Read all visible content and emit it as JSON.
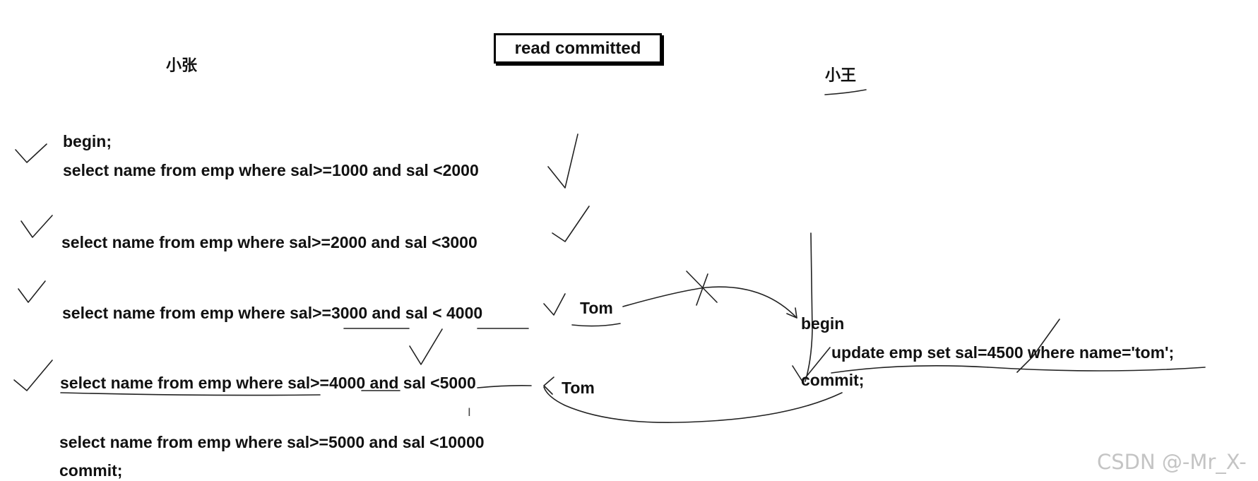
{
  "title": "read committed",
  "left_user": "小张",
  "right_user": "小王",
  "left_statements": {
    "begin": "begin;",
    "q1": "select name from emp where sal>=1000 and sal <2000",
    "q2": "select name from emp where sal>=2000 and sal <3000",
    "q3": "select name from emp where sal>=3000 and sal < 4000",
    "q4": "select name from emp where sal>=4000 and sal <5000",
    "q5": "select name from emp where sal>=5000 and sal <10000",
    "commit": "commit;"
  },
  "right_statements": {
    "begin": "begin",
    "update": "update emp set sal=4500 where name='tom';",
    "commit": "commit;"
  },
  "annotations": {
    "tom_upper": "Tom",
    "tom_lower": "Tom"
  },
  "cursor_glyph": "I",
  "watermark": "CSDN @-Mr_X-"
}
